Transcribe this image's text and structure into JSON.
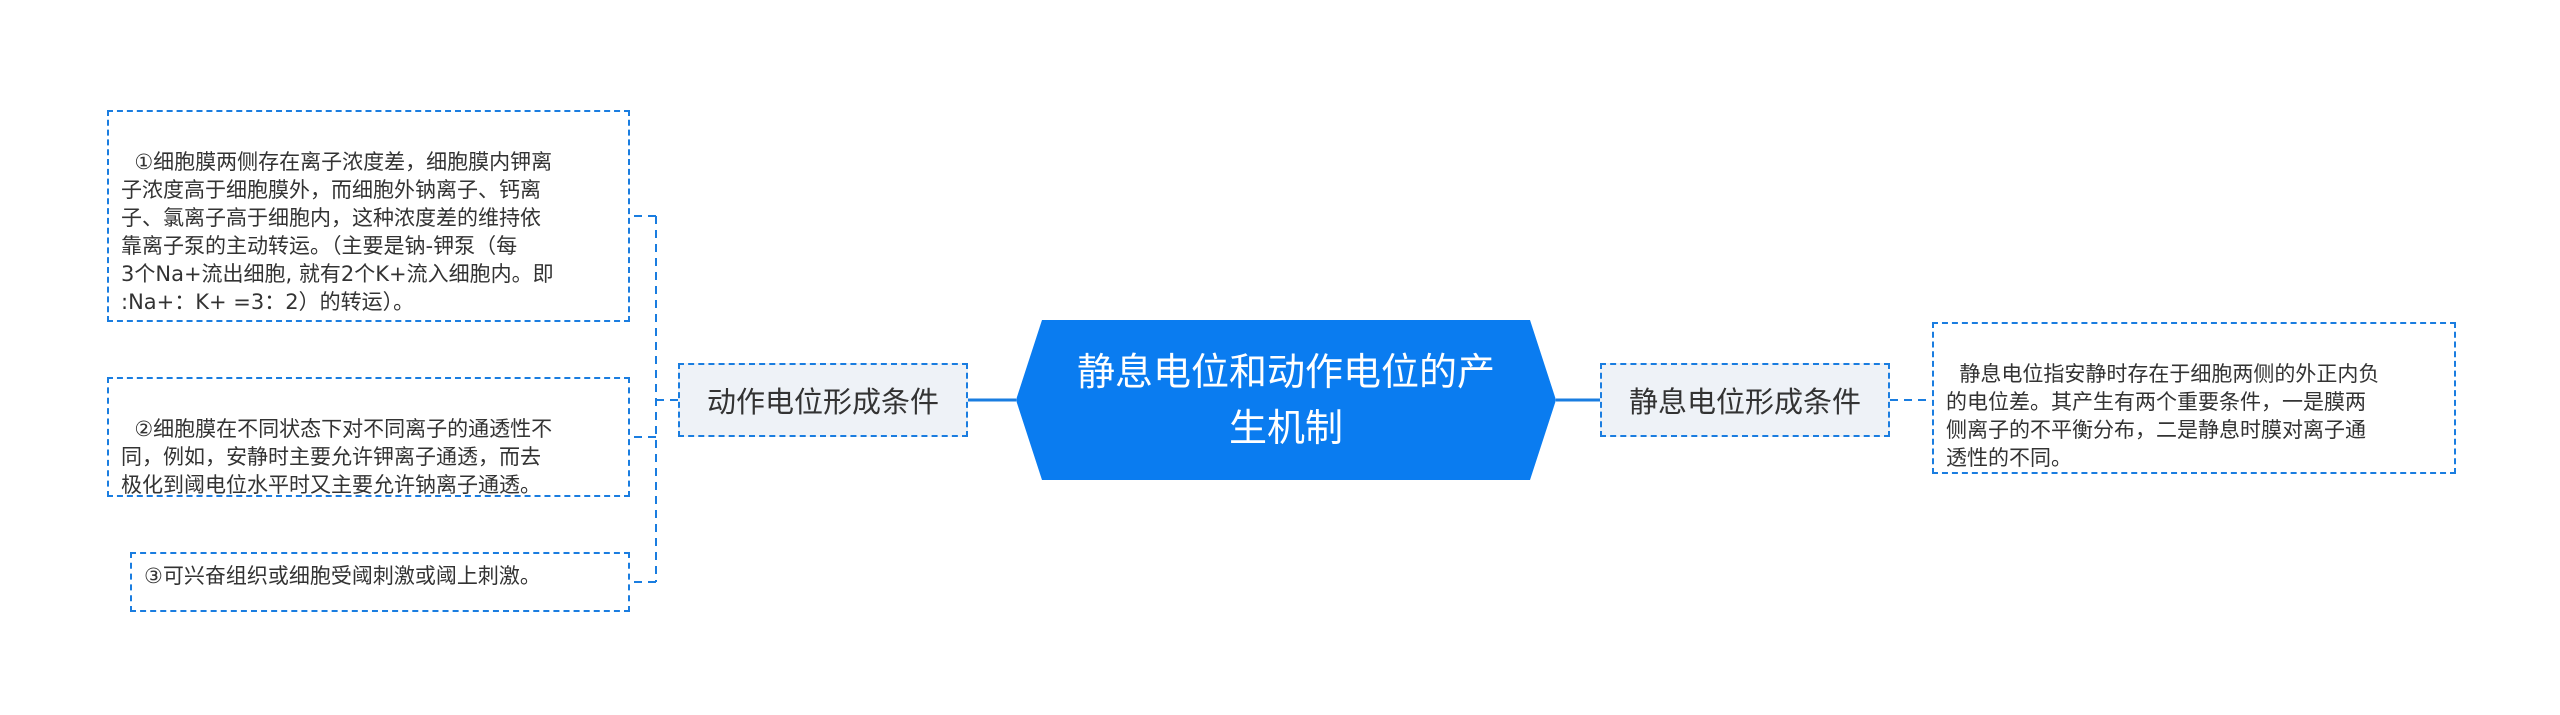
{
  "colors": {
    "accent": "#1a7de0",
    "center_fill": "#0a7cf0",
    "branch_fill": "#eef2f7"
  },
  "center": {
    "title_line1": "静息电位和动作电位的产",
    "title_line2": "生机制"
  },
  "left_branch": {
    "label": "动作电位形成条件",
    "items": [
      {
        "text": "①细胞膜两侧存在离子浓度差，细胞膜内钾离\n子浓度高于细胞膜外，而细胞外钠离子、钙离\n子、氯离子高于细胞内，这种浓度差的维持依\n靠离子泵的主动转运。（主要是钠-钾泵（每\n3个Na+流出细胞, 就有2个K+流入细胞内。即\n:Na+：K+ =3：2）的转运）。"
      },
      {
        "text": "②细胞膜在不同状态下对不同离子的通透性不\n同，例如，安静时主要允许钾离子通透，而去\n极化到阈电位水平时又主要允许钠离子通透。"
      },
      {
        "text": "③可兴奋组织或细胞受阈刺激或阈上刺激。"
      }
    ]
  },
  "right_branch": {
    "label": "静息电位形成条件",
    "items": [
      {
        "text": "静息电位指安静时存在于细胞两侧的外正内负\n的电位差。其产生有两个重要条件，一是膜两\n侧离子的不平衡分布，二是静息时膜对离子通\n透性的不同。"
      }
    ]
  }
}
